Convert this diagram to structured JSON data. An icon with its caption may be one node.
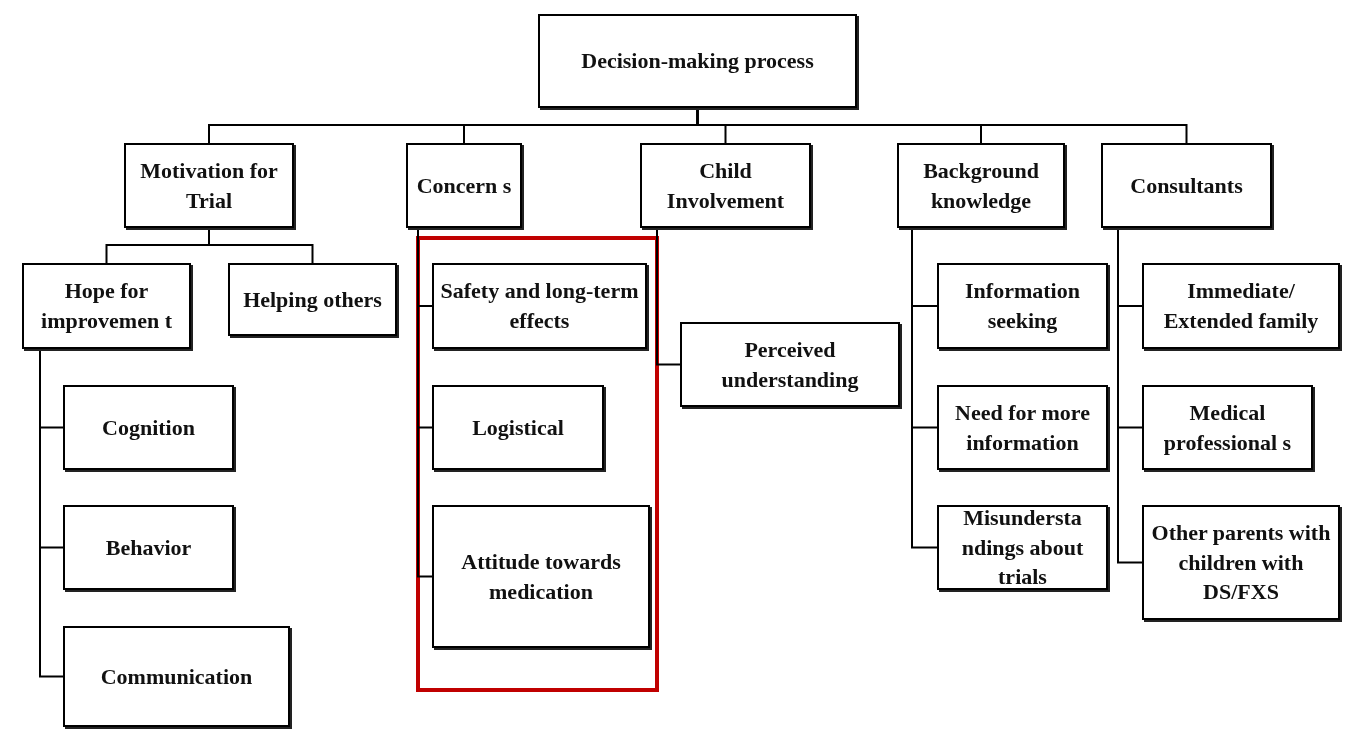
{
  "diagram": {
    "nodes": [
      {
        "text": [
          "Decision-making process"
        ]
      },
      {
        "text": [
          "Motivation for Trial"
        ]
      },
      {
        "text": [
          "Concern s"
        ]
      },
      {
        "text": [
          "Child Involvement"
        ]
      },
      {
        "text": [
          "Background knowledge"
        ]
      },
      {
        "text": [
          "Consultants"
        ]
      },
      {
        "text": [
          "Hope for improvemen t"
        ]
      },
      {
        "text": [
          "Helping others"
        ]
      },
      {
        "text": [
          "Cognition"
        ]
      },
      {
        "text": [
          "Behavior"
        ]
      },
      {
        "text": [
          "Communication"
        ]
      },
      {
        "text": [
          "Safety and long-term effects"
        ]
      },
      {
        "text": [
          "Logistical"
        ]
      },
      {
        "text": [
          "Attitude towards medication"
        ]
      },
      {
        "text": [
          "Perceived understanding"
        ]
      },
      {
        "text": [
          "Information seeking"
        ]
      },
      {
        "text": [
          "Need for more information"
        ]
      },
      {
        "text": [
          "Misundersta ndings about trials"
        ]
      },
      {
        "text": [
          "Immediate/ Extended family"
        ]
      },
      {
        "text": [
          "Medical professional s"
        ]
      },
      {
        "text": [
          "Other parents with children with DS/FXS"
        ]
      }
    ],
    "edges": [
      {
        "from": 0,
        "to": 1,
        "arrow": "none"
      },
      {
        "from": 0,
        "to": 2,
        "arrow": "none"
      },
      {
        "from": 0,
        "to": 3,
        "arrow": "none"
      },
      {
        "from": 0,
        "to": 4,
        "arrow": "none"
      },
      {
        "from": 0,
        "to": 5,
        "arrow": "none"
      },
      {
        "from": 1,
        "to": 6,
        "arrow": "none"
      },
      {
        "from": 1,
        "to": 7,
        "arrow": "none"
      },
      {
        "from": 6,
        "to": 8,
        "arrow": "none"
      },
      {
        "from": 6,
        "to": 9,
        "arrow": "none"
      },
      {
        "from": 6,
        "to": 10,
        "arrow": "none"
      },
      {
        "from": 2,
        "to": 11,
        "arrow": "none"
      },
      {
        "from": 2,
        "to": 12,
        "arrow": "none"
      },
      {
        "from": 2,
        "to": 13,
        "arrow": "none"
      },
      {
        "from": 3,
        "to": 14,
        "arrow": "none"
      },
      {
        "from": 4,
        "to": 15,
        "arrow": "none"
      },
      {
        "from": 4,
        "to": 16,
        "arrow": "none"
      },
      {
        "from": 4,
        "to": 17,
        "arrow": "none"
      },
      {
        "from": 5,
        "to": 18,
        "arrow": "none"
      },
      {
        "from": 5,
        "to": 19,
        "arrow": "none"
      },
      {
        "from": 5,
        "to": 20,
        "arrow": "none"
      }
    ]
  }
}
